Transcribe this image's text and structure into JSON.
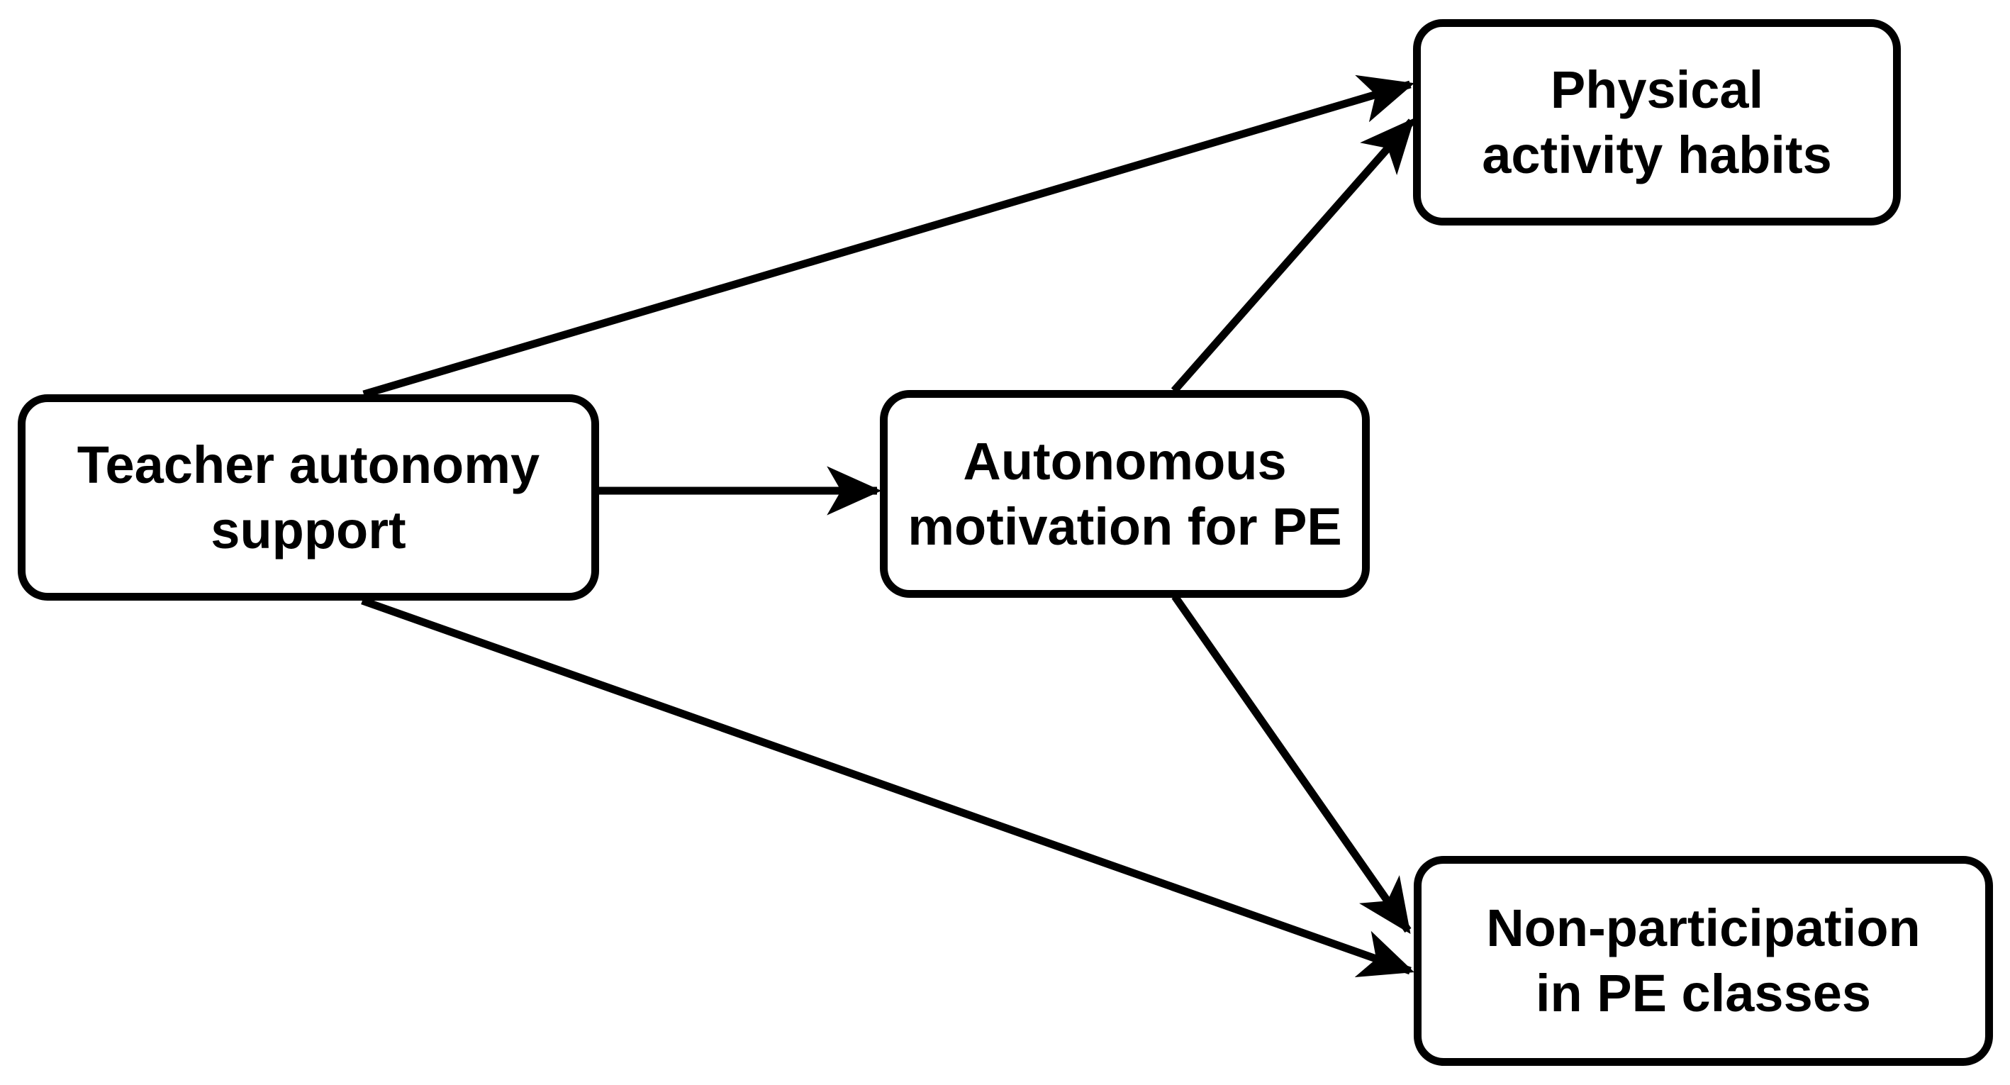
{
  "diagram": {
    "type": "path-model",
    "colors": {
      "stroke": "#000000",
      "fill": "#ffffff",
      "text": "#000000"
    },
    "nodes": [
      {
        "id": "teacher-autonomy-support",
        "line1": "Teacher autonomy",
        "line2": "support"
      },
      {
        "id": "autonomous-motivation",
        "line1": "Autonomous",
        "line2": "motivation for PE"
      },
      {
        "id": "physical-activity-habits",
        "line1": "Physical",
        "line2": "activity habits"
      },
      {
        "id": "non-participation",
        "line1": "Non-participation",
        "line2": "in PE classes"
      }
    ],
    "edges": [
      {
        "from": "teacher-autonomy-support",
        "to": "physical-activity-habits"
      },
      {
        "from": "teacher-autonomy-support",
        "to": "autonomous-motivation"
      },
      {
        "from": "teacher-autonomy-support",
        "to": "non-participation"
      },
      {
        "from": "autonomous-motivation",
        "to": "physical-activity-habits"
      },
      {
        "from": "autonomous-motivation",
        "to": "non-participation"
      }
    ]
  }
}
